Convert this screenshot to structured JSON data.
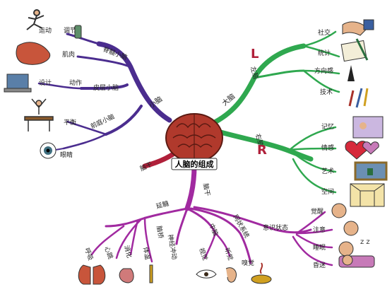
{
  "center": {
    "title": "人脑的组成"
  },
  "branches": {
    "cerebellum": {
      "label": "小脑",
      "color": "#4b2d8f",
      "sub_fine": {
        "label": "脊髓小脑",
        "items": [
          "调节",
          "肌肉"
        ]
      },
      "sub_coarse": {
        "label": "皮层小脑",
        "items": [
          "设计",
          "动作"
        ]
      },
      "sub_ancient": {
        "label": "前庭小脑",
        "items": [
          "平衡",
          "眼睛"
        ],
        "extra": "运动"
      }
    },
    "cerebrum": {
      "label": "大脑",
      "color": "#2fa84f",
      "left": {
        "label": "左脑",
        "marker": "L",
        "items": [
          "社交",
          "统计",
          "方向感",
          "技术"
        ]
      },
      "right": {
        "label": "右脑",
        "marker": "R",
        "items": [
          "记忆",
          "情感",
          "艺术",
          "空间"
        ]
      }
    },
    "brainstem": {
      "label": "脑干",
      "color": "#b0203a"
    },
    "nerve": {
      "label": "脑干",
      "color": "#a12aa0",
      "subs": {
        "medulla": {
          "label": "延髓",
          "items": [
            "呼吸",
            "心跳",
            "消化",
            "体温"
          ]
        },
        "pons": {
          "label": "脑桥",
          "items": [
            "神经冲动"
          ]
        },
        "midbrain": {
          "label": "中脑",
          "items": [
            "视觉",
            "听觉"
          ]
        },
        "reticular": {
          "label": "网状系统",
          "items": [
            "嗅觉"
          ]
        },
        "consciousness": {
          "label": "意识状态",
          "items": [
            "觉醒",
            "注意",
            "睡眠",
            "昏迷"
          ]
        }
      }
    }
  }
}
